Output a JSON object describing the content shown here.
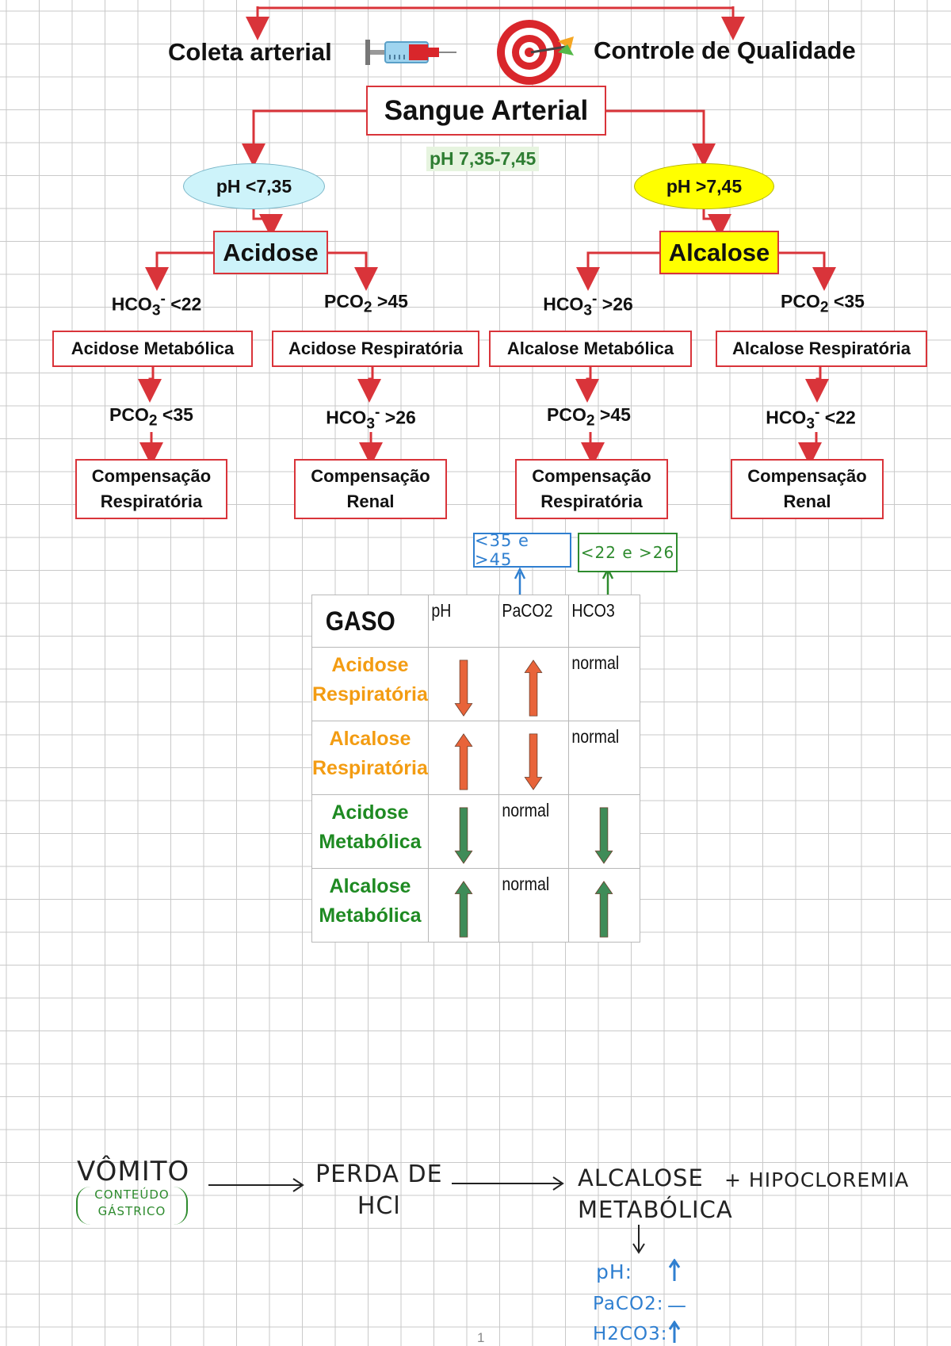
{
  "header": {
    "collection": "Coleta arterial",
    "quality": "Controle de Qualidade"
  },
  "root": {
    "title": "Sangue Arterial",
    "normal_range": "pH 7,35-7,45"
  },
  "acid_branch": {
    "ph": "pH <7,35",
    "title": "Acidose",
    "metabolic": {
      "criterion_html": "HCO<sub>3</sub><sup>-</sup> <22",
      "label": "Acidose Metabólica",
      "comp_criterion_html": "PCO<sub>2</sub> <35",
      "comp_line1": "Compensação",
      "comp_line2": "Respiratória"
    },
    "respiratory": {
      "criterion_html": "PCO<sub>2</sub> >45",
      "label": "Acidose Respiratória",
      "comp_criterion_html": "HCO<sub>3</sub><sup>-</sup> >26",
      "comp_line1": "Compensação",
      "comp_line2": "Renal"
    }
  },
  "alk_branch": {
    "ph": "pH >7,45",
    "title": "Alcalose",
    "metabolic": {
      "criterion_html": "HCO<sub>3</sub><sup>-</sup> >26",
      "label": "Alcalose Metabólica",
      "comp_criterion_html": "PCO<sub>2</sub> >45",
      "comp_line1": "Compensação",
      "comp_line2": "Respiratória"
    },
    "respiratory": {
      "criterion_html": "PCO<sub>2</sub> <35",
      "label": "Alcalose Respiratória",
      "comp_criterion_html": "HCO<sub>3</sub><sup>-</sup> <22",
      "comp_line1": "Compensação",
      "comp_line2": "Renal"
    }
  },
  "annotations": {
    "paco2_ref": "<35 e >45",
    "hco3_ref": "<22 e >26"
  },
  "gaso_table": {
    "headers": [
      "GASO",
      "pH",
      "PaCO2",
      "HCO3"
    ],
    "rows": [
      {
        "line1": "Acidose",
        "line2": "Respiratória",
        "color": "#f39c12",
        "ph": "down",
        "paco2": "up",
        "hco3": "normal",
        "arrow_color": "#e8643a"
      },
      {
        "line1": "Alcalose",
        "line2": "Respiratória",
        "color": "#f39c12",
        "ph": "up",
        "paco2": "down",
        "hco3": "normal",
        "arrow_color": "#e8643a"
      },
      {
        "line1": "Acidose",
        "line2": "Metabólica",
        "color": "#1e8a22",
        "ph": "down",
        "paco2": "normal",
        "hco3": "down",
        "arrow_color": "#3f8c58"
      },
      {
        "line1": "Alcalose",
        "line2": "Metabólica",
        "color": "#1e8a22",
        "ph": "up",
        "paco2": "normal",
        "hco3": "up",
        "arrow_color": "#3f8c58"
      }
    ],
    "normal_label": "normal"
  },
  "notes": {
    "vomito": "VÔMITO",
    "conteudo1": "CONTEÚDO",
    "conteudo2": "GÁSTRICO",
    "perda1": "PERDA DE",
    "perda2": "HCl",
    "alcalose1": "ALCALOSE",
    "alcalose2": "METABÓLICA",
    "hipo": "+ HIPOCLOREMIA",
    "ph_label": "pH:",
    "paco2_label": "PaCO2:",
    "h2co3_label": "H2CO3:",
    "paco2_value": "—"
  },
  "page_number": "1",
  "colors": {
    "red": "#d9343a",
    "cyan": "#cdf3fa",
    "yellow": "#ffff00",
    "blue_note": "#2f7fd0",
    "green_note": "#2e8b2e"
  }
}
